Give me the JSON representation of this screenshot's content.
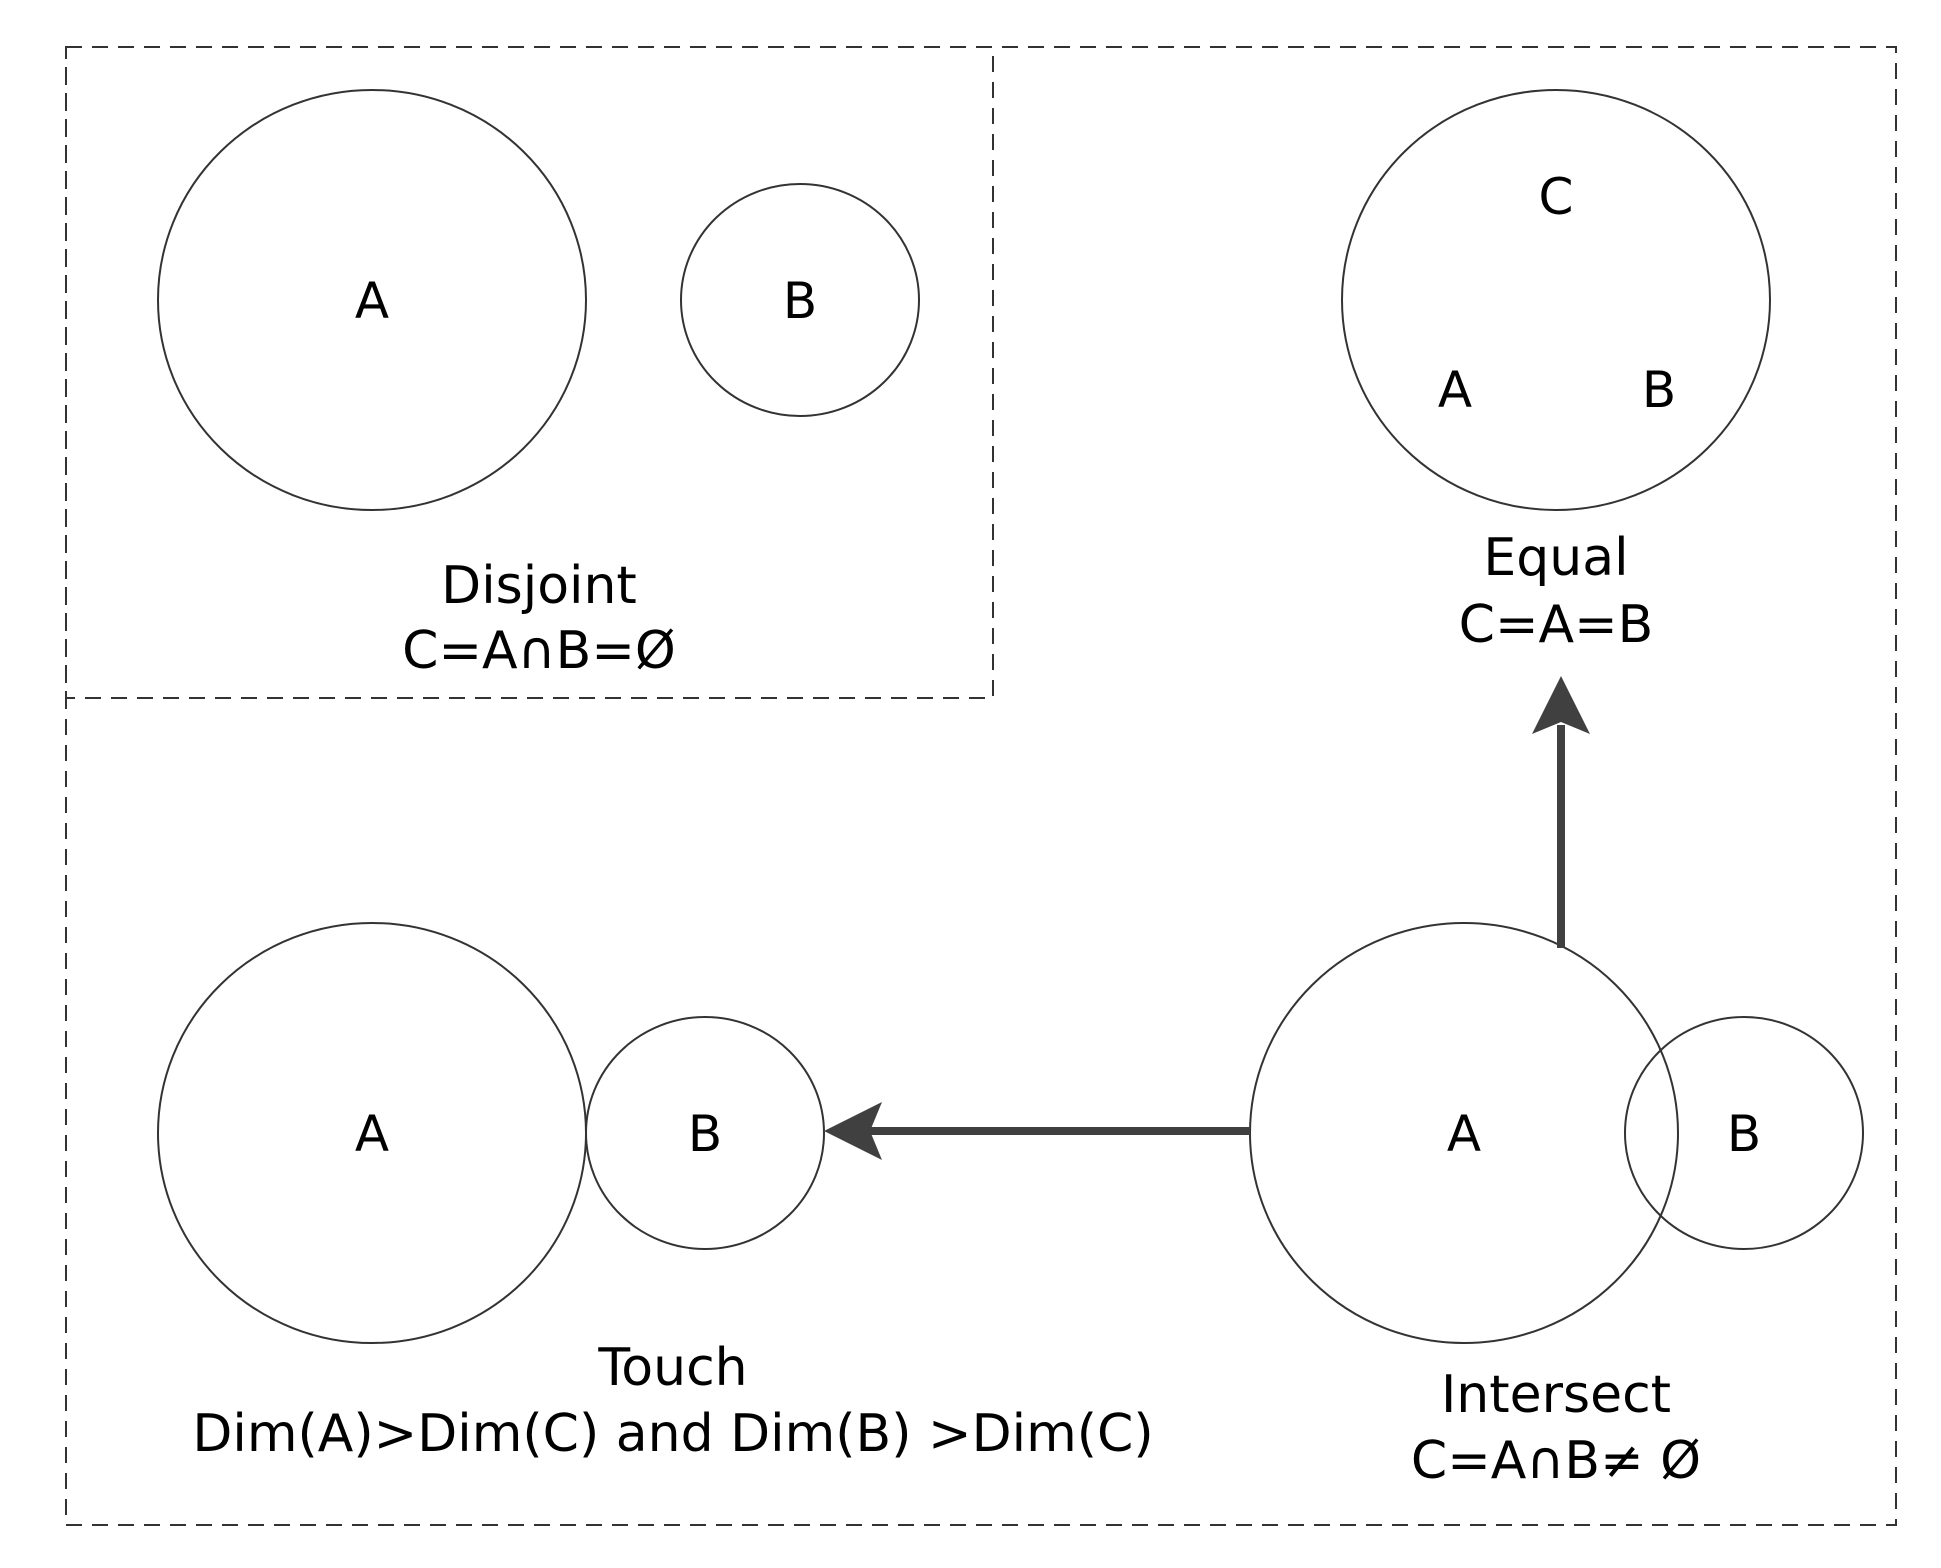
{
  "disjoint": {
    "circle_a": "A",
    "circle_b": "B",
    "title": "Disjoint",
    "formula": "C=A∩B=Ø"
  },
  "equal": {
    "circle_c": "C",
    "circle_a": "A",
    "circle_b": "B",
    "title": "Equal",
    "formula": "C=A=B"
  },
  "touch": {
    "circle_a": "A",
    "circle_b": "B",
    "title": "Touch",
    "formula": "Dim(A)>Dim(C) and Dim(B) >Dim(C)"
  },
  "intersect": {
    "circle_a": "A",
    "circle_b": "B",
    "title": "Intersect",
    "formula": "C=A∩B≠ Ø"
  },
  "colors": {
    "stroke": "#333333",
    "arrow": "#404040"
  }
}
